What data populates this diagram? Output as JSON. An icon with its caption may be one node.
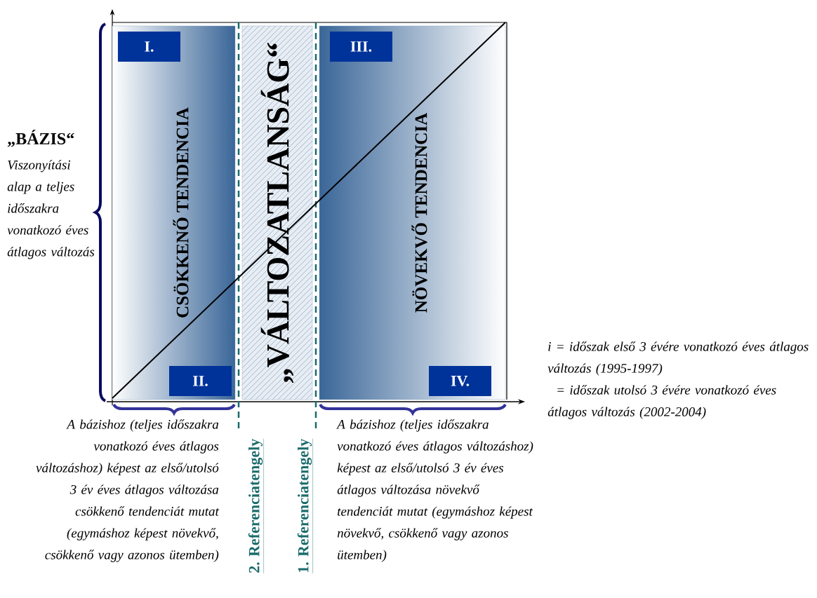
{
  "diagram": {
    "nodes": [
      {
        "text": [
          "CSÖKKENŐ TENDENCIA"
        ]
      },
      {
        "text": [
          "I."
        ],
        "in": 0
      },
      {
        "text": [
          "II."
        ],
        "in": 0
      },
      {
        "text": [
          "„VÁLTOZATLANSÁG“"
        ]
      },
      {
        "text": [
          "NÖVEKVŐ TENDENCIA"
        ]
      },
      {
        "text": [
          "III."
        ],
        "in": 4
      },
      {
        "text": [
          "IV."
        ],
        "in": 4
      }
    ],
    "labels": [
      "„BÁZIS“",
      "Viszonyítási alap a teljes időszakra vonatkozó éves átlagos változás",
      "i = időszak első 3 évére vonatkozó éves átlagos változás (1995-1997)",
      "= időszak utolsó 3 évére vonatkozó éves átlagos változás (2002-2004)",
      "A bázishoz (teljes időszakra vonatkozó éves átlagos változáshoz) képest az első/utolsó 3 év éves átlagos változása csökkenő tendenciát mutat (egymáshoz képest növekvő, csökkenő vagy azonos ütemben)",
      "2. Referenciatengely",
      "1. Referenciatengely",
      "A bázishoz (teljes időszakra vonatkozó éves átlagos változáshoz) képest az első/utolsó 3 év éves átlagos változása növekvő tendenciát mutat (egymáshoz képest növekvő, csökkenő vagy azonos ütemben)"
    ]
  }
}
